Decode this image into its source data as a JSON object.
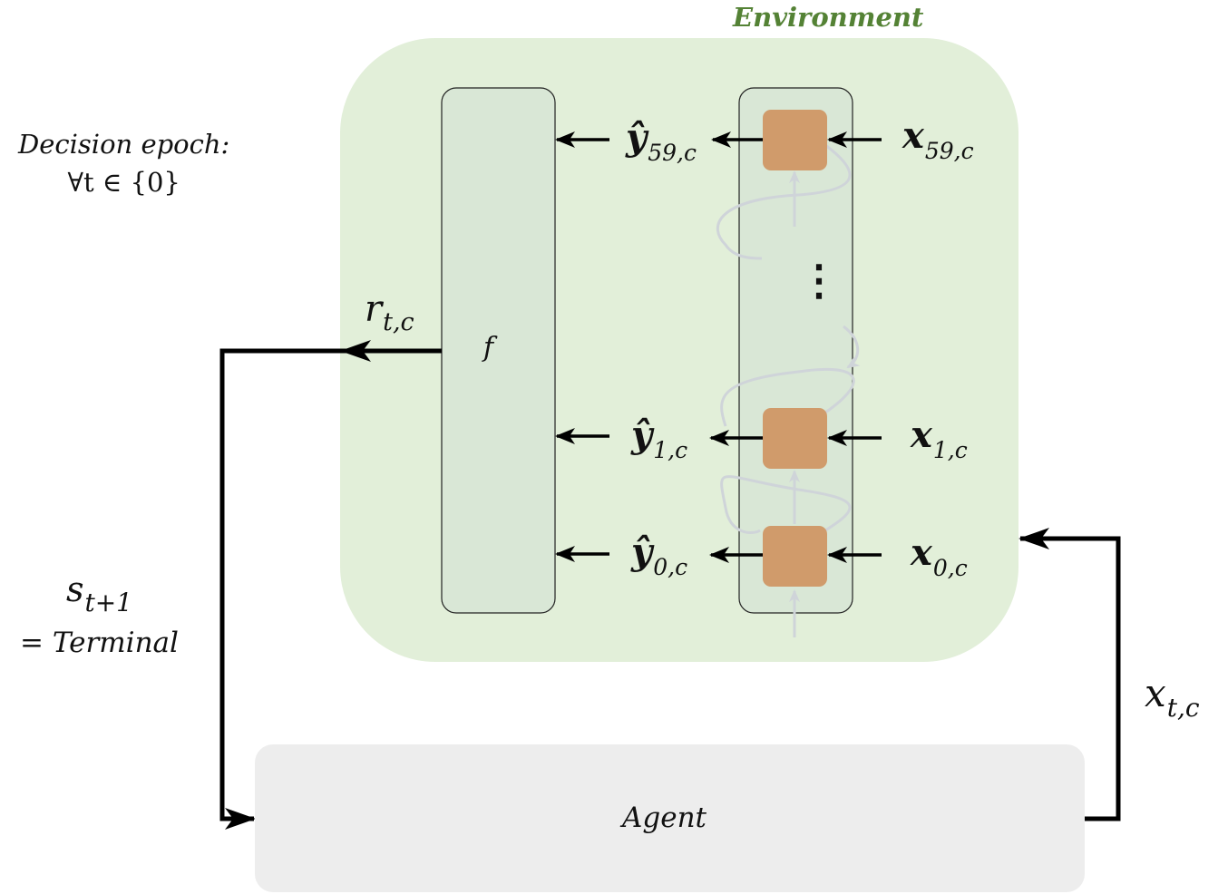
{
  "environment": {
    "title": "Environment"
  },
  "decision_epoch": {
    "line1": "Decision epoch:",
    "line2": "∀t ∈ {0}"
  },
  "reward": {
    "symbol": "r",
    "sub": "t,c"
  },
  "function": {
    "label": "f"
  },
  "state": {
    "symbol": "s",
    "sub": "t+1",
    "line2": "= Terminal"
  },
  "action": {
    "symbol": "x",
    "sub": "t,c"
  },
  "agent": {
    "label": "Agent"
  },
  "outputs": [
    {
      "symbol": "ŷ",
      "sub": "59,c"
    },
    {
      "symbol": "ŷ",
      "sub": "1,c"
    },
    {
      "symbol": "ŷ",
      "sub": "0,c"
    }
  ],
  "inputs": [
    {
      "symbol": "x",
      "sub": "59,c"
    },
    {
      "symbol": "x",
      "sub": "1,c"
    },
    {
      "symbol": "x",
      "sub": "0,c"
    }
  ],
  "ellipsis": "⋮",
  "colors": {
    "environment_bg": "#e2efd9",
    "environment_title": "#548235",
    "panel_bg": "#d9e7d6",
    "cell": "#d09b6b",
    "agent_bg": "#ededed",
    "arrow": "#000000"
  }
}
